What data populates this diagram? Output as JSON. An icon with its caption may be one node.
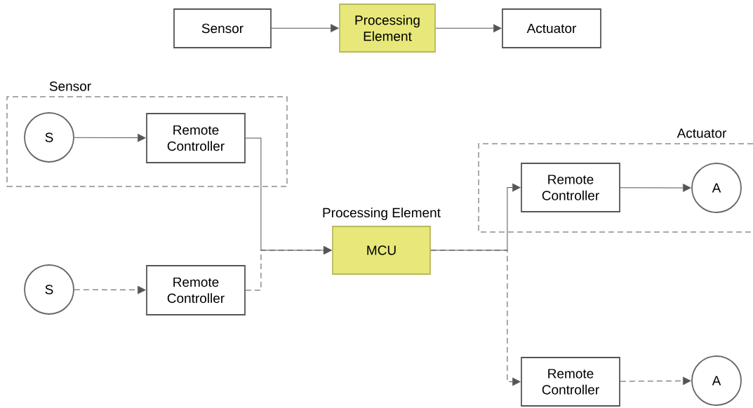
{
  "diagram": {
    "nodes": [
      {
        "text": [
          "Sensor"
        ]
      },
      {
        "text": [
          "Processing Element"
        ]
      },
      {
        "text": [
          "Actuator"
        ]
      },
      {
        "text": [
          "Sensor"
        ]
      },
      {
        "text": [
          "S"
        ],
        "in": 3
      },
      {
        "text": [
          "Remote Controller"
        ],
        "in": 3
      },
      {
        "text": [
          "S"
        ]
      },
      {
        "text": [
          "Remote Controller"
        ]
      },
      {
        "text": [
          "MCU"
        ],
        "beside": [
          "Processing Element"
        ]
      },
      {
        "text": [
          "Actuator"
        ]
      },
      {
        "text": [
          "Remote Controller"
        ],
        "in": 9
      },
      {
        "text": [
          "A"
        ],
        "in": 9
      },
      {
        "text": [
          "Remote Controller"
        ]
      },
      {
        "text": [
          "A"
        ]
      }
    ],
    "edges": [
      {
        "from": 0,
        "to": 1,
        "arrow": "to"
      },
      {
        "from": 1,
        "to": 2,
        "arrow": "to"
      },
      {
        "from": 4,
        "to": 5,
        "arrow": "to"
      },
      {
        "from": 5,
        "to": 8,
        "arrow": "to"
      },
      {
        "from": 6,
        "to": 7,
        "arrow": "to",
        "style": "dashed"
      },
      {
        "from": 7,
        "to": 8,
        "arrow": "to",
        "style": "dashed"
      },
      {
        "from": 8,
        "to": 10,
        "arrow": "to"
      },
      {
        "from": 10,
        "to": 11,
        "arrow": "to"
      },
      {
        "from": 8,
        "to": 12,
        "arrow": "to",
        "style": "dashed"
      },
      {
        "from": 12,
        "to": 13,
        "arrow": "to",
        "style": "dashed"
      }
    ]
  }
}
